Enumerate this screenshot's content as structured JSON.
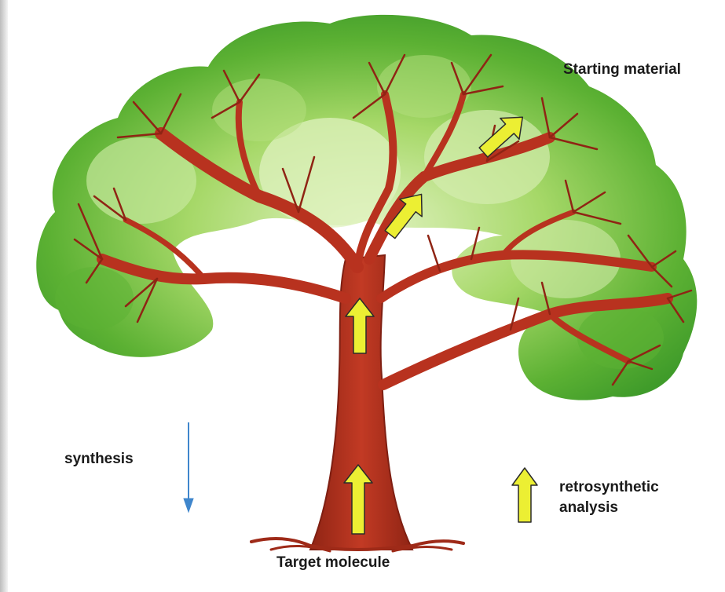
{
  "labels": {
    "starting_material": "Starting material",
    "synthesis": "synthesis",
    "retro_line1": "retrosynthetic",
    "retro_line2": "analysis",
    "target_molecule": "Target molecule"
  },
  "icons": {
    "synthesis_arrow": "down-arrow-icon",
    "retro_arrow": "up-arrow-icon"
  },
  "colors": {
    "foliage_dark": "#3f9b2a",
    "foliage_mid": "#6fc23a",
    "foliage_light": "#c4e79a",
    "trunk": "#b8321f",
    "trunk_shadow": "#7f1f12",
    "arrow_fill": "#ecef33",
    "synthesis_arrow": "#3f86cc"
  }
}
